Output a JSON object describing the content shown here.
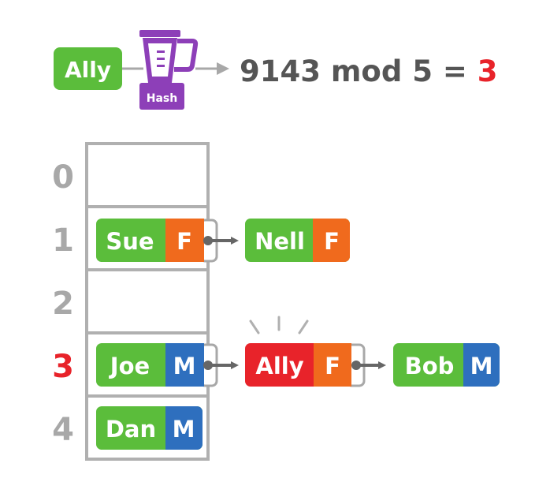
{
  "hash_step": {
    "key": "Ally",
    "hash_label": "Hash",
    "expression": "9143 mod 5 = ",
    "result": "3"
  },
  "table": {
    "indices": [
      "0",
      "1",
      "2",
      "3",
      "4"
    ],
    "highlight_index": "3",
    "buckets": [
      {
        "index": "0",
        "chain": []
      },
      {
        "index": "1",
        "chain": [
          {
            "name": "Sue",
            "tag": "F"
          },
          {
            "name": "Nell",
            "tag": "F"
          }
        ]
      },
      {
        "index": "2",
        "chain": []
      },
      {
        "index": "3",
        "chain": [
          {
            "name": "Joe",
            "tag": "M"
          },
          {
            "name": "Ally",
            "tag": "F",
            "new": true
          },
          {
            "name": "Bob",
            "tag": "M"
          }
        ]
      },
      {
        "index": "4",
        "chain": [
          {
            "name": "Dan",
            "tag": "M"
          }
        ]
      }
    ]
  },
  "colors": {
    "green": "#5bbd3b",
    "orange": "#f06a1d",
    "blue": "#2e6fbe",
    "red": "#e8232a",
    "purple": "#8d3fb8",
    "gray": "#a8a8a8",
    "dark_text": "#555555"
  }
}
